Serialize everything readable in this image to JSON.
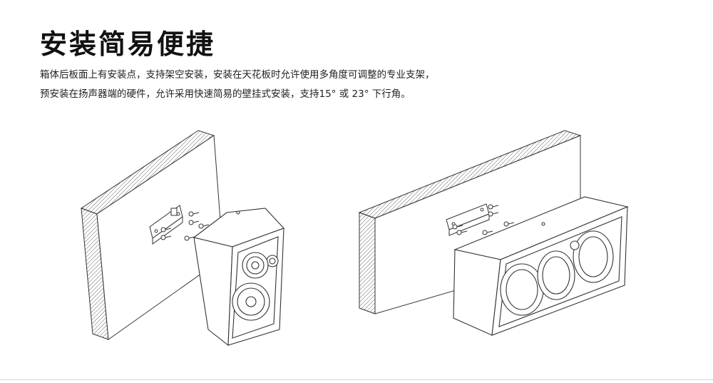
{
  "heading": "安装简易便捷",
  "description": {
    "line1": "箱体后板面上有安装点，支持架空安装，安装在天花板时允许使用多角度可调整的专业支架，",
    "line2": "预安装在扬声器端的硬件，允许采用快速简易的壁挂式安装，支持15° 或 23° 下行角。"
  },
  "colors": {
    "text": "#1a1a1a",
    "line_art": "#333333",
    "background": "#ffffff"
  }
}
